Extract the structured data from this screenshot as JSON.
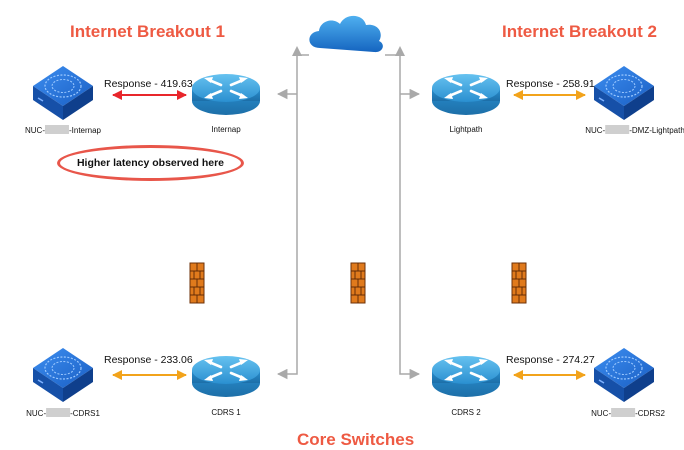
{
  "titles": {
    "breakout1": "Internet Breakout 1",
    "breakout2": "Internet Breakout 2",
    "core": "Core Switches"
  },
  "callout": "Higher latency observed here",
  "links": {
    "internap": {
      "label": "Response - 419.63",
      "color": "#e8262b"
    },
    "lightpath": {
      "label": "Response - 258.91",
      "color": "#f2a31b"
    },
    "cdrs1": {
      "label": "Response - 233.06",
      "color": "#f2a31b"
    },
    "cdrs2": {
      "label": "Response - 274.27",
      "color": "#f2a31b"
    }
  },
  "devices": {
    "nuc_internap": {
      "prefix": "NUC-",
      "suffix": "-Internap"
    },
    "internap": {
      "label": "Internap"
    },
    "lightpath": {
      "label": "Lightpath"
    },
    "nuc_lightpath": {
      "prefix": "NUC-",
      "suffix": "-DMZ-Lightpath"
    },
    "nuc_cdrs1": {
      "prefix": "NUC-",
      "suffix": "-CDRS1"
    },
    "cdrs1": {
      "label": "CDRS 1"
    },
    "cdrs2": {
      "label": "CDRS 2"
    },
    "nuc_cdrs2": {
      "prefix": "NUC-",
      "suffix": "-CDRS2"
    }
  },
  "icons": {
    "router": "router-icon",
    "server": "nuc-server-icon",
    "cloud": "cloud-icon",
    "firewall": "firewall-icon"
  },
  "colors": {
    "title": "#ee5a43",
    "router": "#3aa3dd",
    "server": "#1f6fd1",
    "cloud": "#1f83d9",
    "firewall": "#e07a1c",
    "connector": "#a9a9a9"
  }
}
